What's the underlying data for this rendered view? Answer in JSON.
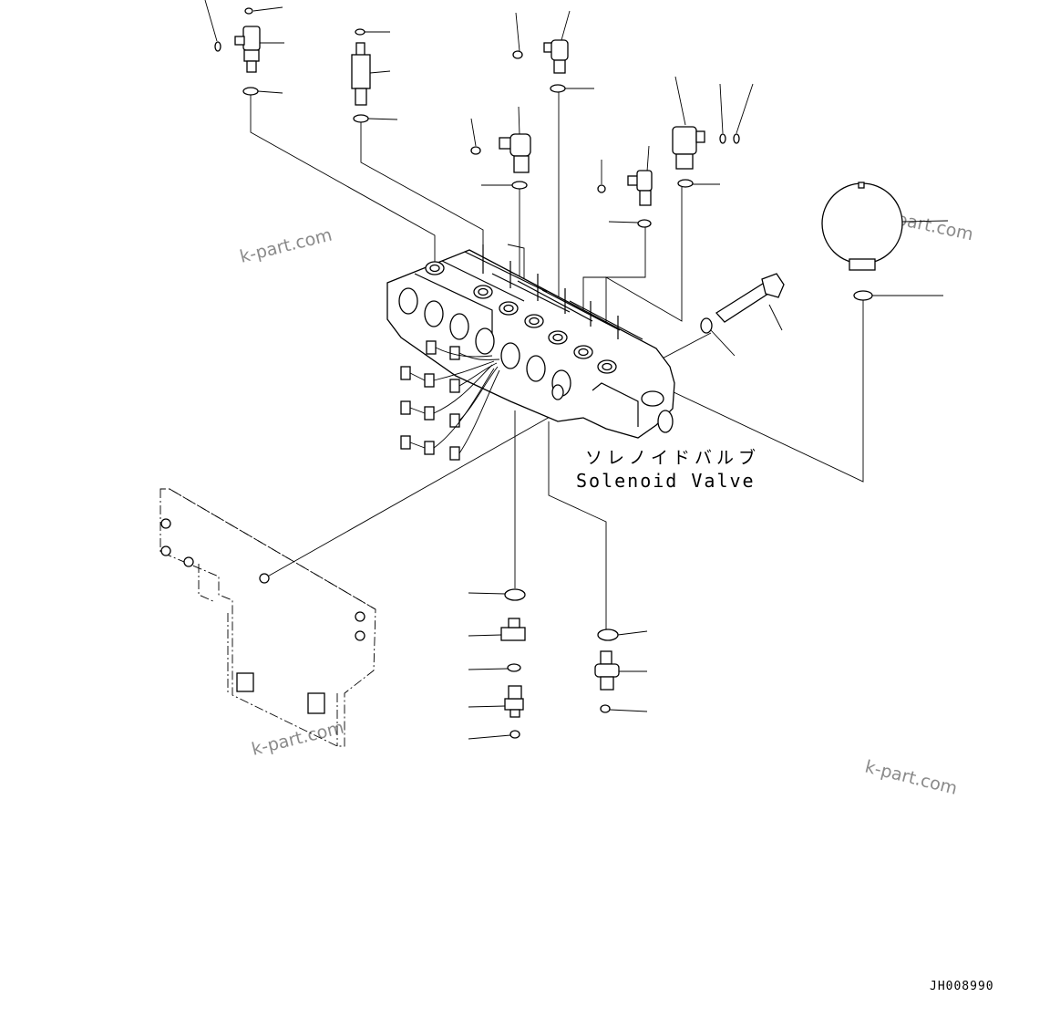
{
  "labels": {
    "solenoid_valve_jp": "ソレノイドバルブ",
    "solenoid_valve_en": "Solenoid Valve",
    "drawing_code": "JH008990"
  },
  "watermarks": [
    "k-part.com",
    "k-part.com",
    "k-part.com",
    "k-part.com"
  ]
}
